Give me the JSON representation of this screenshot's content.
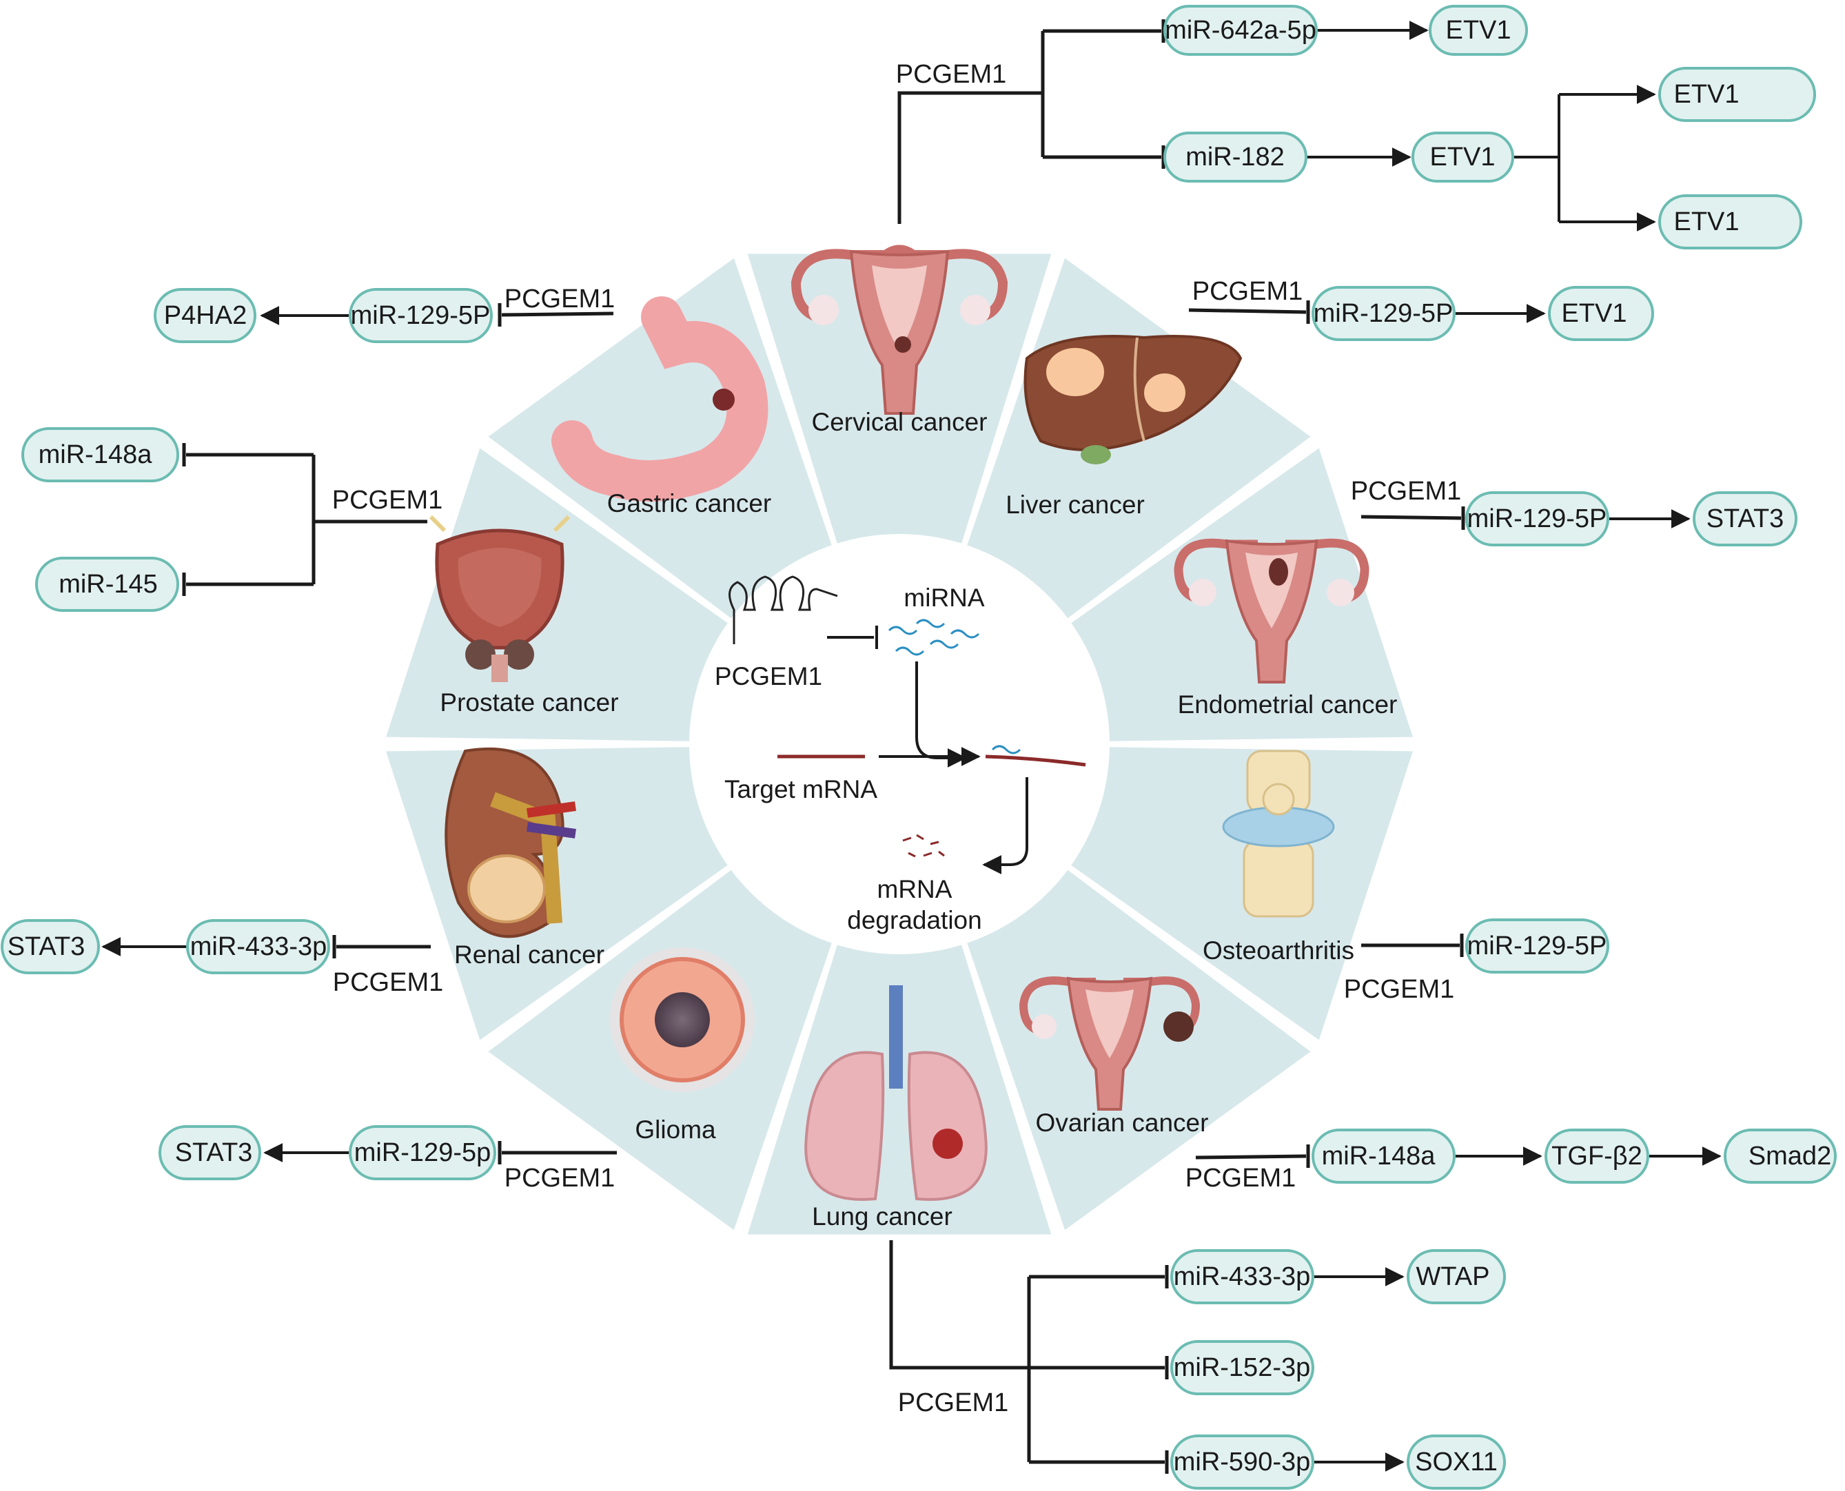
{
  "center": {
    "lncrna_label": "PCGEM1",
    "mirna_label": "miRNA",
    "target_label": "Target mRNA",
    "degradation_line1": "mRNA",
    "degradation_line2": "degradation"
  },
  "segments": [
    {
      "label": "Cervical cancer"
    },
    {
      "label": "Liver cancer"
    },
    {
      "label": "Endometrial cancer"
    },
    {
      "label": "Osteoarthritis"
    },
    {
      "label": "Ovarian cancer"
    },
    {
      "label": "Lung cancer"
    },
    {
      "label": "Glioma"
    },
    {
      "label": "Renal cancer"
    },
    {
      "label": "Prostate cancer"
    },
    {
      "label": "Gastric cancer"
    }
  ],
  "pathways": {
    "cervical": {
      "source": "PCGEM1",
      "mir1": "miR-642a-5p",
      "t1": "ETV1",
      "mir2": "miR-182",
      "t2": "ETV1",
      "t3": "ETV1",
      "t4": "ETV1"
    },
    "liver": {
      "source": "PCGEM1",
      "mir": "miR-129-5P",
      "target": "ETV1"
    },
    "endometrial": {
      "source": "PCGEM1",
      "mir": "miR-129-5P",
      "target": "STAT3"
    },
    "osteoarthritis": {
      "source": "PCGEM1",
      "mir": "miR-129-5P"
    },
    "ovarian": {
      "source": "PCGEM1",
      "mir": "miR-148a",
      "t1": "TGF-β2",
      "t2": "Smad2"
    },
    "lung": {
      "source": "PCGEM1",
      "mir1": "miR-433-3p",
      "t1": "WTAP",
      "mir2": "miR-152-3p",
      "mir3": "miR-590-3p",
      "t3": "SOX11"
    },
    "glioma": {
      "source": "PCGEM1",
      "mir": "miR-129-5p",
      "target": "STAT3"
    },
    "renal": {
      "source": "PCGEM1",
      "mir": "miR-433-3p",
      "target": "STAT3"
    },
    "prostate": {
      "source": "PCGEM1",
      "mir1": "miR-148a",
      "mir2": "miR-145"
    },
    "gastric": {
      "source": "PCGEM1",
      "mir": "miR-129-5P",
      "target": "P4HA2"
    }
  },
  "colors": {
    "ring": "#d7e8eb",
    "pill_fill": "#e1f1ef",
    "pill_stroke": "#6bbcb2",
    "line": "#1a1a1a"
  },
  "icons": [
    "uterus-icon",
    "liver-icon",
    "uterus-icon",
    "knee-joint-icon",
    "uterus-icon",
    "lungs-icon",
    "glioma-tumor-icon",
    "kidney-icon",
    "bladder-prostate-icon",
    "stomach-icon"
  ]
}
